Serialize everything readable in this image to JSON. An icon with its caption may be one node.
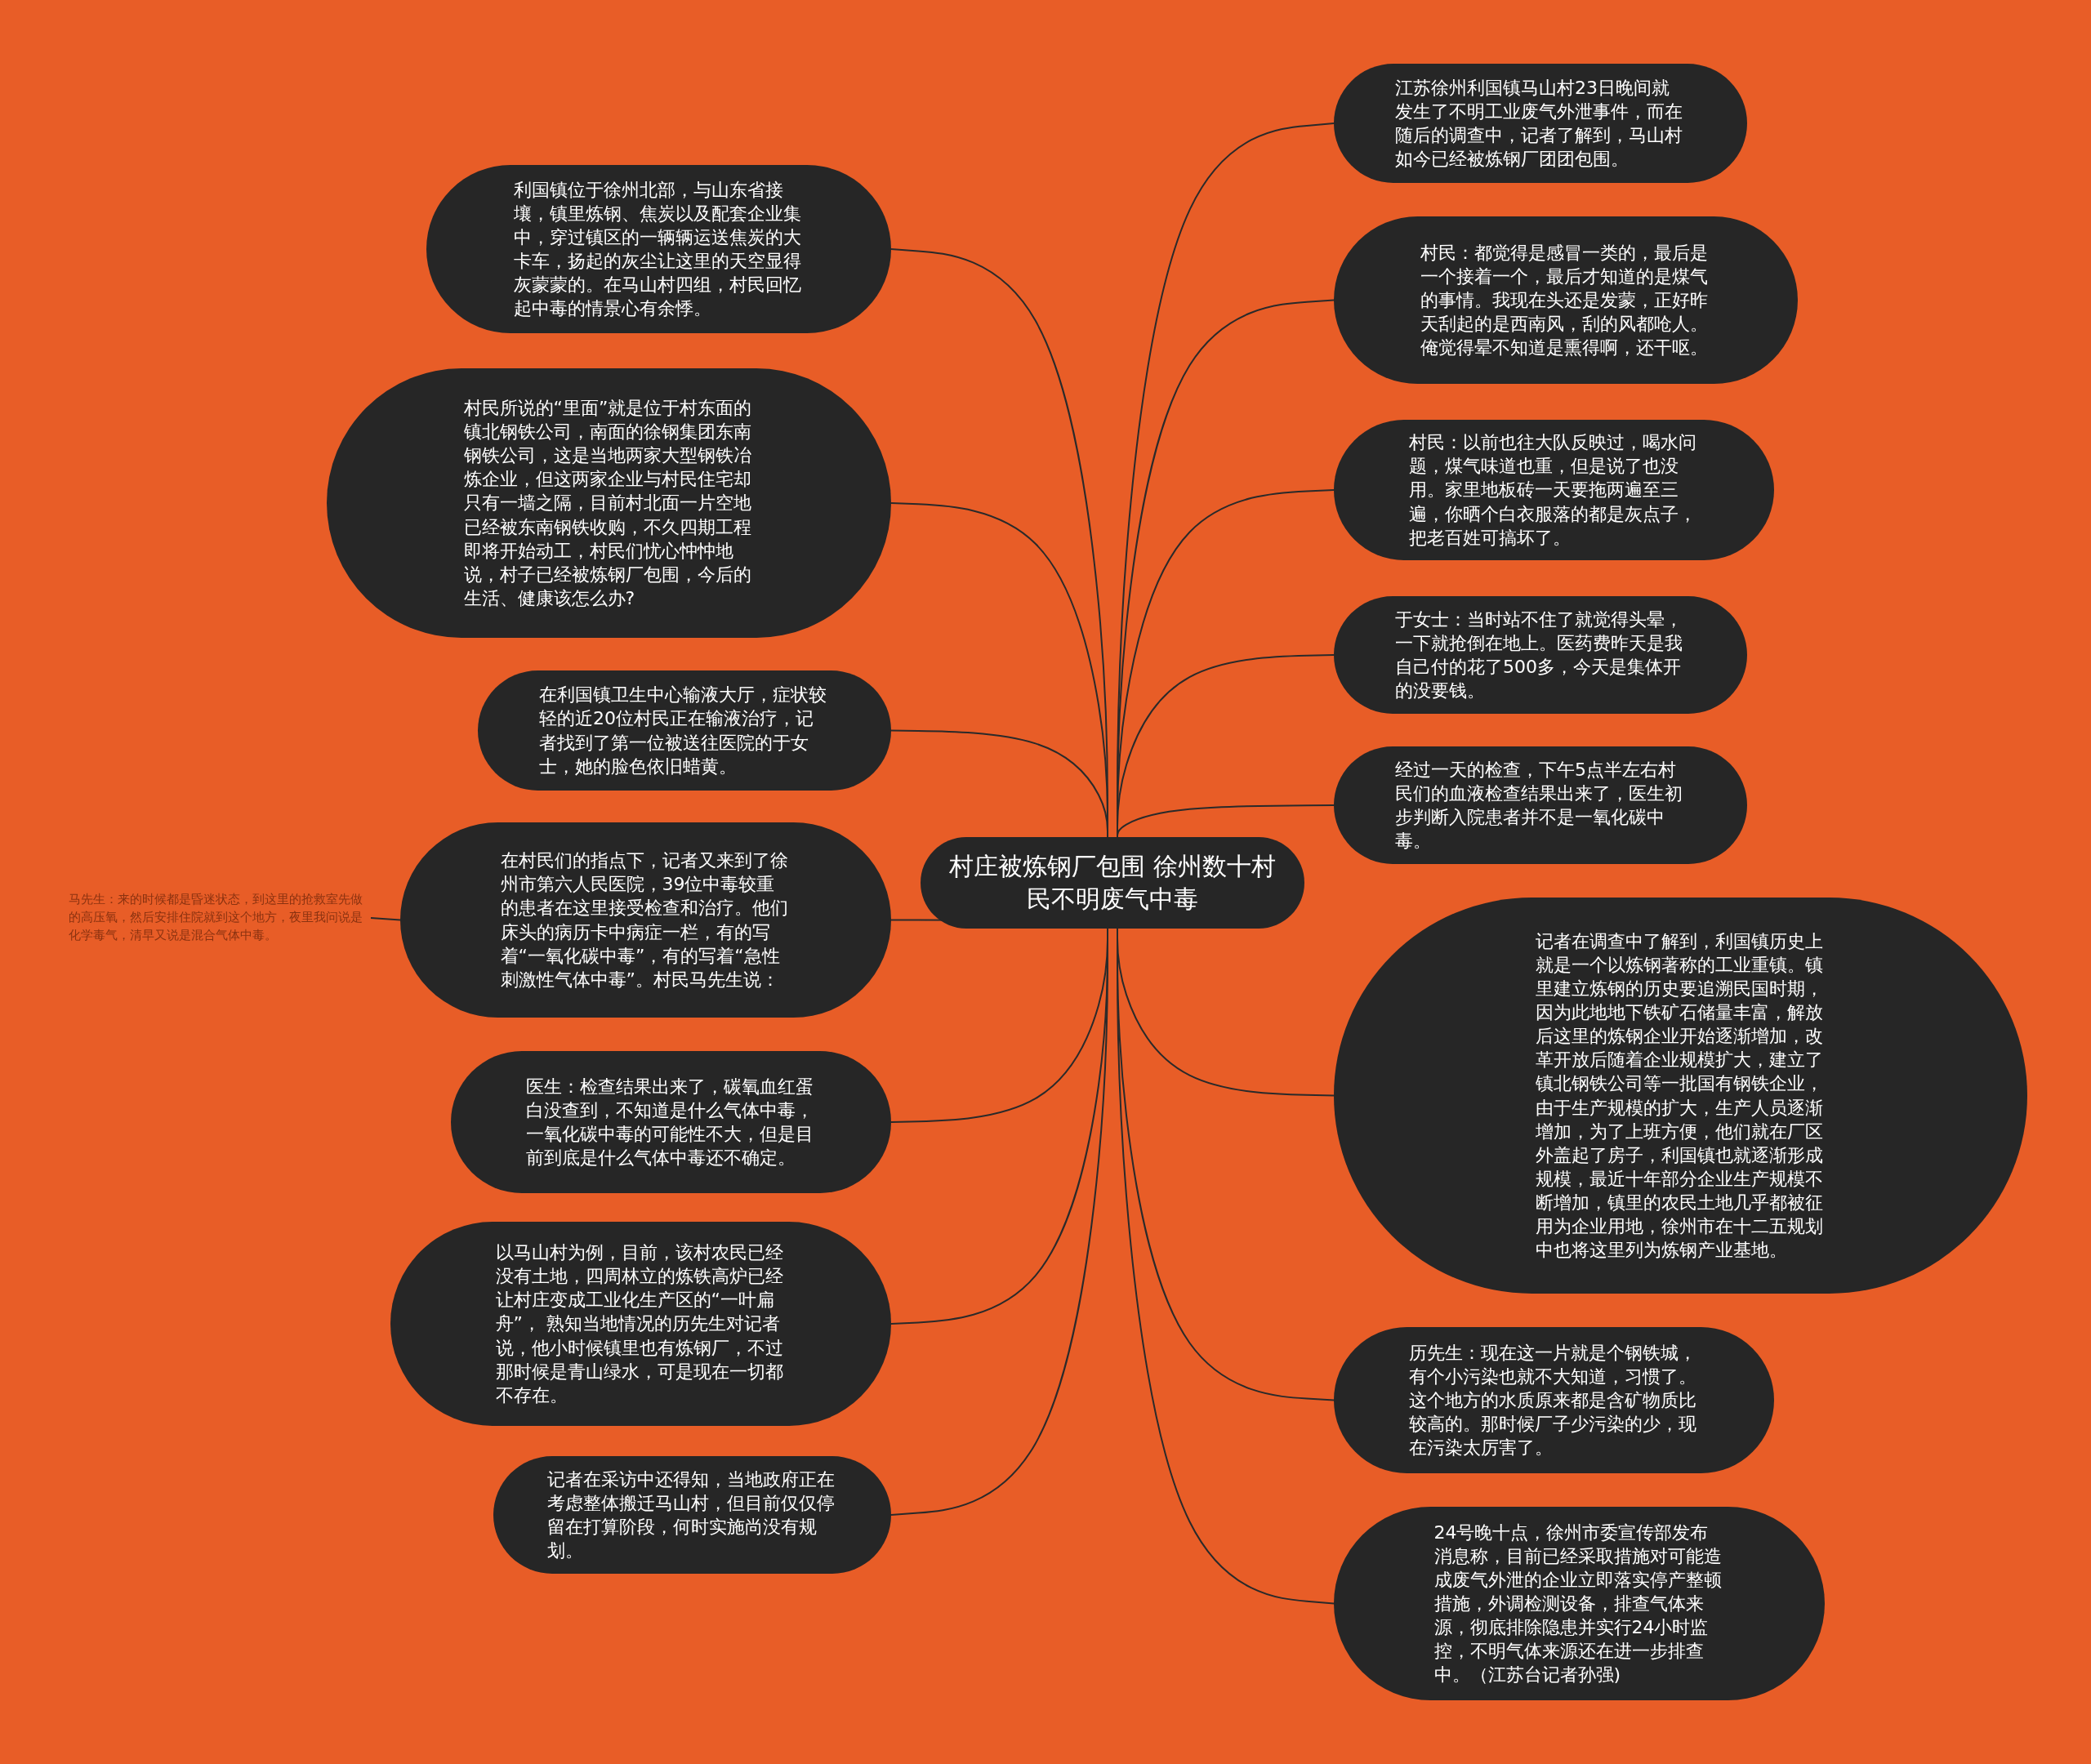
{
  "diagram": {
    "nodes": [
      {
        "text": [
          "村庄被炼钢厂包围 徐州数十村民不明废气中毒"
        ]
      },
      {
        "text": [
          "利国镇位于徐州北部，与山东省接壤，镇里炼钢、焦炭以及配套企业集中，穿过镇区的一辆辆运送焦炭的大卡车，扬起的灰尘让这里的天空显得灰蒙蒙的。在马山村四组，村民回忆起中毒的情景心有余悸。"
        ]
      },
      {
        "text": [
          "村民所说的“里面”就是位于村东面的镇北钢铁公司，南面的徐钢集团东南钢铁公司，这是当地两家大型钢铁冶炼企业，但这两家企业与村民住宅却只有一墙之隔，目前村北面一片空地已经被东南钢铁收购，不久四期工程即将开始动工，村民们忧心忡忡地说，村子已经被炼钢厂包围，今后的生活、健康该怎么办?"
        ]
      },
      {
        "text": [
          "在利国镇卫生中心输液大厅，症状较轻的近20位村民正在输液治疗，记者找到了第一位被送往医院的于女士，她的脸色依旧蜡黄。"
        ]
      },
      {
        "text": [
          "马先生：来的时候都是昏迷状态，到这里的抢救室先做的高压氧，然后安排住院就到这个地方，夜里我问说是化学毒气，清早又说是混合气体中毒。"
        ]
      },
      {
        "text": [
          "在村民们的指点下，记者又来到了徐州市第六人民医院，39位中毒较重的患者在这里接受检查和治疗。他们床头的病历卡中病症一栏，有的写着“一氧化碳中毒”，有的写着“急性刺激性气体中毒”。村民马先生说："
        ]
      },
      {
        "text": [
          "医生：检查结果出来了，碳氧血红蛋白没查到，不知道是什么气体中毒，一氧化碳中毒的可能性不大，但是目前到底是什么气体中毒还不确定。"
        ]
      },
      {
        "text": [
          "以马山村为例，目前，该村农民已经没有土地，四周林立的炼铁高炉已经让村庄变成工业化生产区的“一叶扁舟”， 熟知当地情况的历先生对记者说，他小时候镇里也有炼钢厂，不过那时候是青山绿水，可是现在一切都不存在。"
        ]
      },
      {
        "text": [
          "记者在采访中还得知，当地政府正在考虑整体搬迁马山村，但目前仅仅停留在打算阶段，何时实施尚没有规划。"
        ]
      },
      {
        "text": [
          "江苏徐州利国镇马山村23日晚间就发生了不明工业废气外泄事件，而在随后的调查中，记者了解到，马山村如今已经被炼钢厂团团包围。"
        ]
      },
      {
        "text": [
          "村民：都觉得是感冒一类的，最后是一个接着一个，最后才知道的是煤气的事情。我现在头还是发蒙，正好昨天刮起的是西南风，刮的风都呛人。俺觉得晕不知道是熏得啊，还干呕。"
        ]
      },
      {
        "text": [
          "村民：以前也往大队反映过，喝水问题，煤气味道也重，但是说了也没用。家里地板砖一天要拖两遍至三遍，你晒个白衣服落的都是灰点子，把老百姓可搞坏了。"
        ]
      },
      {
        "text": [
          "于女士：当时站不住了就觉得头晕，一下就抢倒在地上。医药费昨天是我自己付的花了500多，今天是集体开的没要钱。"
        ]
      },
      {
        "text": [
          "经过一天的检查，下午5点半左右村民们的血液检查结果出来了，医生初步判断入院患者并不是一氧化碳中毒。"
        ]
      },
      {
        "text": [
          "记者在调查中了解到，利国镇历史上就是一个以炼钢著称的工业重镇。镇里建立炼钢的历史要追溯民国时期，因为此地地下铁矿石储量丰富，解放后这里的炼钢企业开始逐渐增加，改革开放后随着企业规模扩大，建立了镇北钢铁公司等一批国有钢铁企业，由于生产规模的扩大，生产人员逐渐增加，为了上班方便，他们就在厂区外盖起了房子，利国镇也就逐渐形成规模，最近十年部分企业生产规模不断增加，镇里的农民土地几乎都被征用为企业用地，徐州市在十二五规划中也将这里列为炼钢产业基地。"
        ]
      },
      {
        "text": [
          "历先生：现在这一片就是个钢铁城，有个小污染也就不大知道，习惯了。这个地方的水质原来都是含矿物质比较高的。那时候厂子少污染的少，现在污染太厉害了。"
        ]
      },
      {
        "text": [
          "24号晚十点，徐州市委宣传部发布消息称，目前已经采取措施对可能造成废气外泄的企业立即落实停产整顿措施，外调检测设备，排查气体来源，彻底排除隐患并实行24小时监控，不明气体来源还在进一步排查中。（江苏台记者孙强)"
        ]
      }
    ],
    "edges": [
      {
        "from": 0,
        "to": 1,
        "arrow": "none"
      },
      {
        "from": 0,
        "to": 2,
        "arrow": "none"
      },
      {
        "from": 0,
        "to": 3,
        "arrow": "none"
      },
      {
        "from": 0,
        "to": 5,
        "arrow": "none"
      },
      {
        "from": 5,
        "to": 4,
        "arrow": "none"
      },
      {
        "from": 0,
        "to": 6,
        "arrow": "none"
      },
      {
        "from": 0,
        "to": 7,
        "arrow": "none"
      },
      {
        "from": 0,
        "to": 8,
        "arrow": "none"
      },
      {
        "from": 0,
        "to": 9,
        "arrow": "none"
      },
      {
        "from": 0,
        "to": 10,
        "arrow": "none"
      },
      {
        "from": 0,
        "to": 11,
        "arrow": "none"
      },
      {
        "from": 0,
        "to": 12,
        "arrow": "none"
      },
      {
        "from": 0,
        "to": 13,
        "arrow": "none"
      },
      {
        "from": 0,
        "to": 14,
        "arrow": "none"
      },
      {
        "from": 0,
        "to": 15,
        "arrow": "none"
      },
      {
        "from": 0,
        "to": 16,
        "arrow": "none"
      }
    ]
  }
}
